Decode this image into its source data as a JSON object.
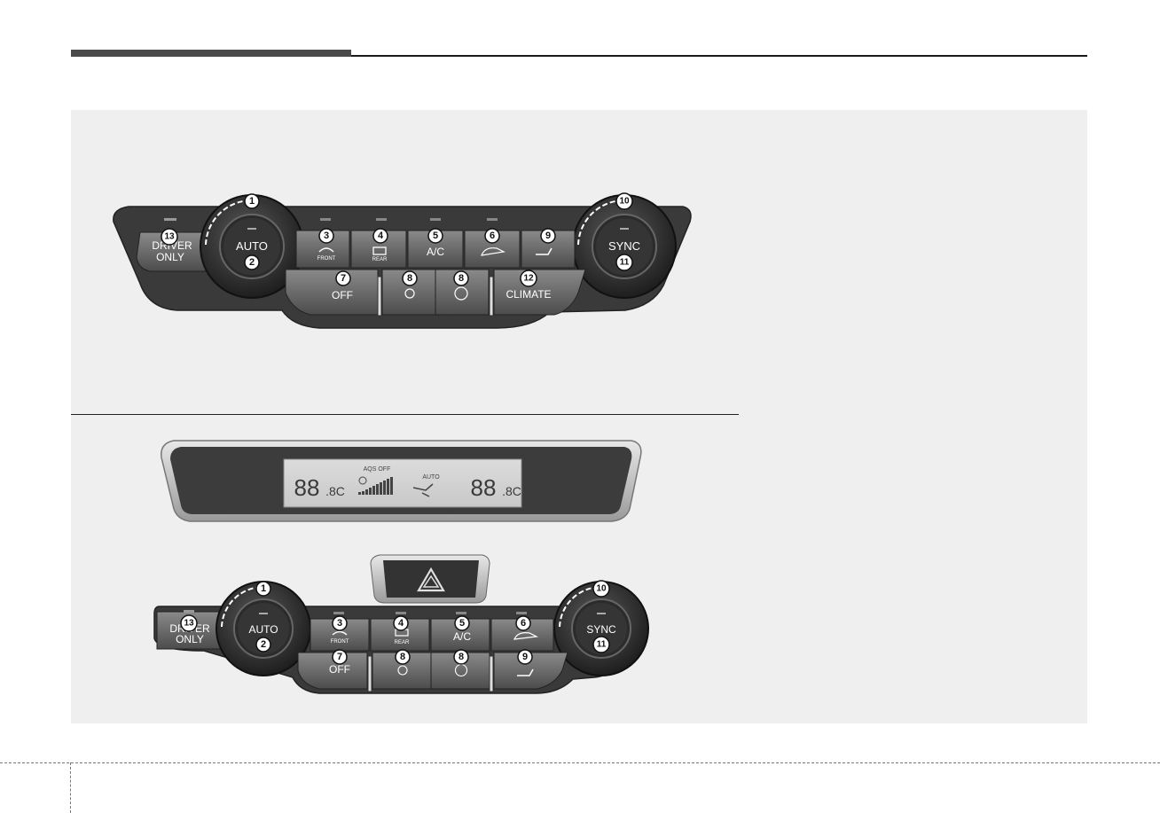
{
  "upper_panel": {
    "driver_only": [
      "DRIVER",
      "ONLY"
    ],
    "auto_label": "AUTO",
    "sync_label": "SYNC",
    "front_label": "FRONT",
    "rear_label": "REAR",
    "ac_label": "A/C",
    "off_label": "OFF",
    "climate_label": "CLIMATE",
    "callouts": [
      "1",
      "2",
      "3",
      "4",
      "5",
      "6",
      "7",
      "8",
      "8",
      "9",
      "10",
      "11",
      "12",
      "13"
    ]
  },
  "display": {
    "left_temp": "88",
    "right_temp": "88",
    "temp_unit": ".8C",
    "aqs_label": "AQS OFF",
    "auto_label": "AUTO"
  },
  "lower_panel": {
    "driver_only": [
      "DRIVER",
      "ONLY"
    ],
    "auto_label": "AUTO",
    "sync_label": "SYNC",
    "front_label": "FRONT",
    "rear_label": "REAR",
    "ac_label": "A/C",
    "off_label": "OFF",
    "callouts": [
      "1",
      "2",
      "3",
      "4",
      "5",
      "6",
      "7",
      "8",
      "8",
      "9",
      "10",
      "11",
      "13"
    ]
  }
}
